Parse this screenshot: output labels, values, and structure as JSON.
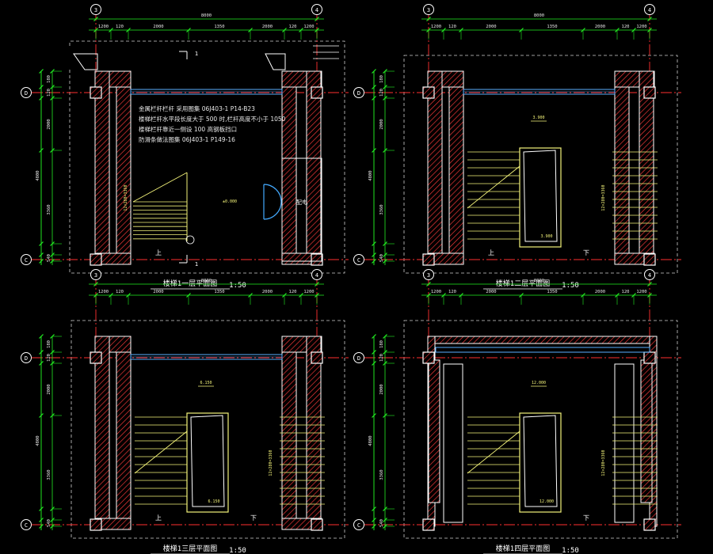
{
  "colors": {
    "background": "#000000",
    "axis_line": "#ff3030",
    "dimension": "#22ee22",
    "wall": "#ffffff",
    "hatch": "#ff3a3a",
    "stair": "#f4f47a",
    "window": "#5ab0ff",
    "door": "#44aaff",
    "boundary": "#cfcfcf"
  },
  "notes": [
    "金属栏杆栏杆  采用图集  06J403-1  P14-B23",
    "楼梯栏杆水平段长度大于     500  时,栏杆高度不小于    1050",
    "楼梯栏杆靠近一侧设     100  高钢板挡口",
    "防滑条做法图集     06J403-1  P149-16"
  ],
  "door_label": "配电",
  "section_mark": "1",
  "plans": [
    {
      "title": "楼梯1一层平面图",
      "scale": "1:50",
      "up_label": "上",
      "down_label": "",
      "top_dims": [
        "1200",
        "120",
        "2000",
        "1350",
        "2000",
        "120",
        "1200"
      ],
      "total_dim": "8000",
      "level": "±0.000",
      "stair_label": "12×280=3360"
    },
    {
      "title": "楼梯1二层平面图",
      "scale": "1:50",
      "up_label": "上",
      "down_label": "下",
      "top_dims": [
        "1200",
        "120",
        "2000",
        "1350",
        "2000",
        "120",
        "1200"
      ],
      "total_dim": "8000",
      "level": "3.900",
      "stair_label": "12×280=3360"
    },
    {
      "title": "楼梯1三层平面图",
      "scale": "1:50",
      "up_label": "上",
      "down_label": "下",
      "top_dims": [
        "1200",
        "120",
        "2000",
        "1350",
        "2000",
        "120",
        "1200"
      ],
      "total_dim": "8000",
      "level": "6.150",
      "stair_label": "12×280=3360"
    },
    {
      "title": "楼梯1四层平面图",
      "scale": "1:50",
      "up_label": "",
      "down_label": "下",
      "top_dims": [
        "1200",
        "120",
        "2000",
        "1350",
        "2000",
        "120",
        "1200"
      ],
      "total_dim": "8000",
      "level": "12.000",
      "stair_label": "12×280=3360"
    }
  ],
  "grid_labels": {
    "left_top": "3",
    "right_top": "4",
    "side_top": "D",
    "side_bottom": "C"
  },
  "left_dims": [
    "180",
    "120",
    "2000",
    "4800",
    "3360",
    "120",
    "540"
  ]
}
